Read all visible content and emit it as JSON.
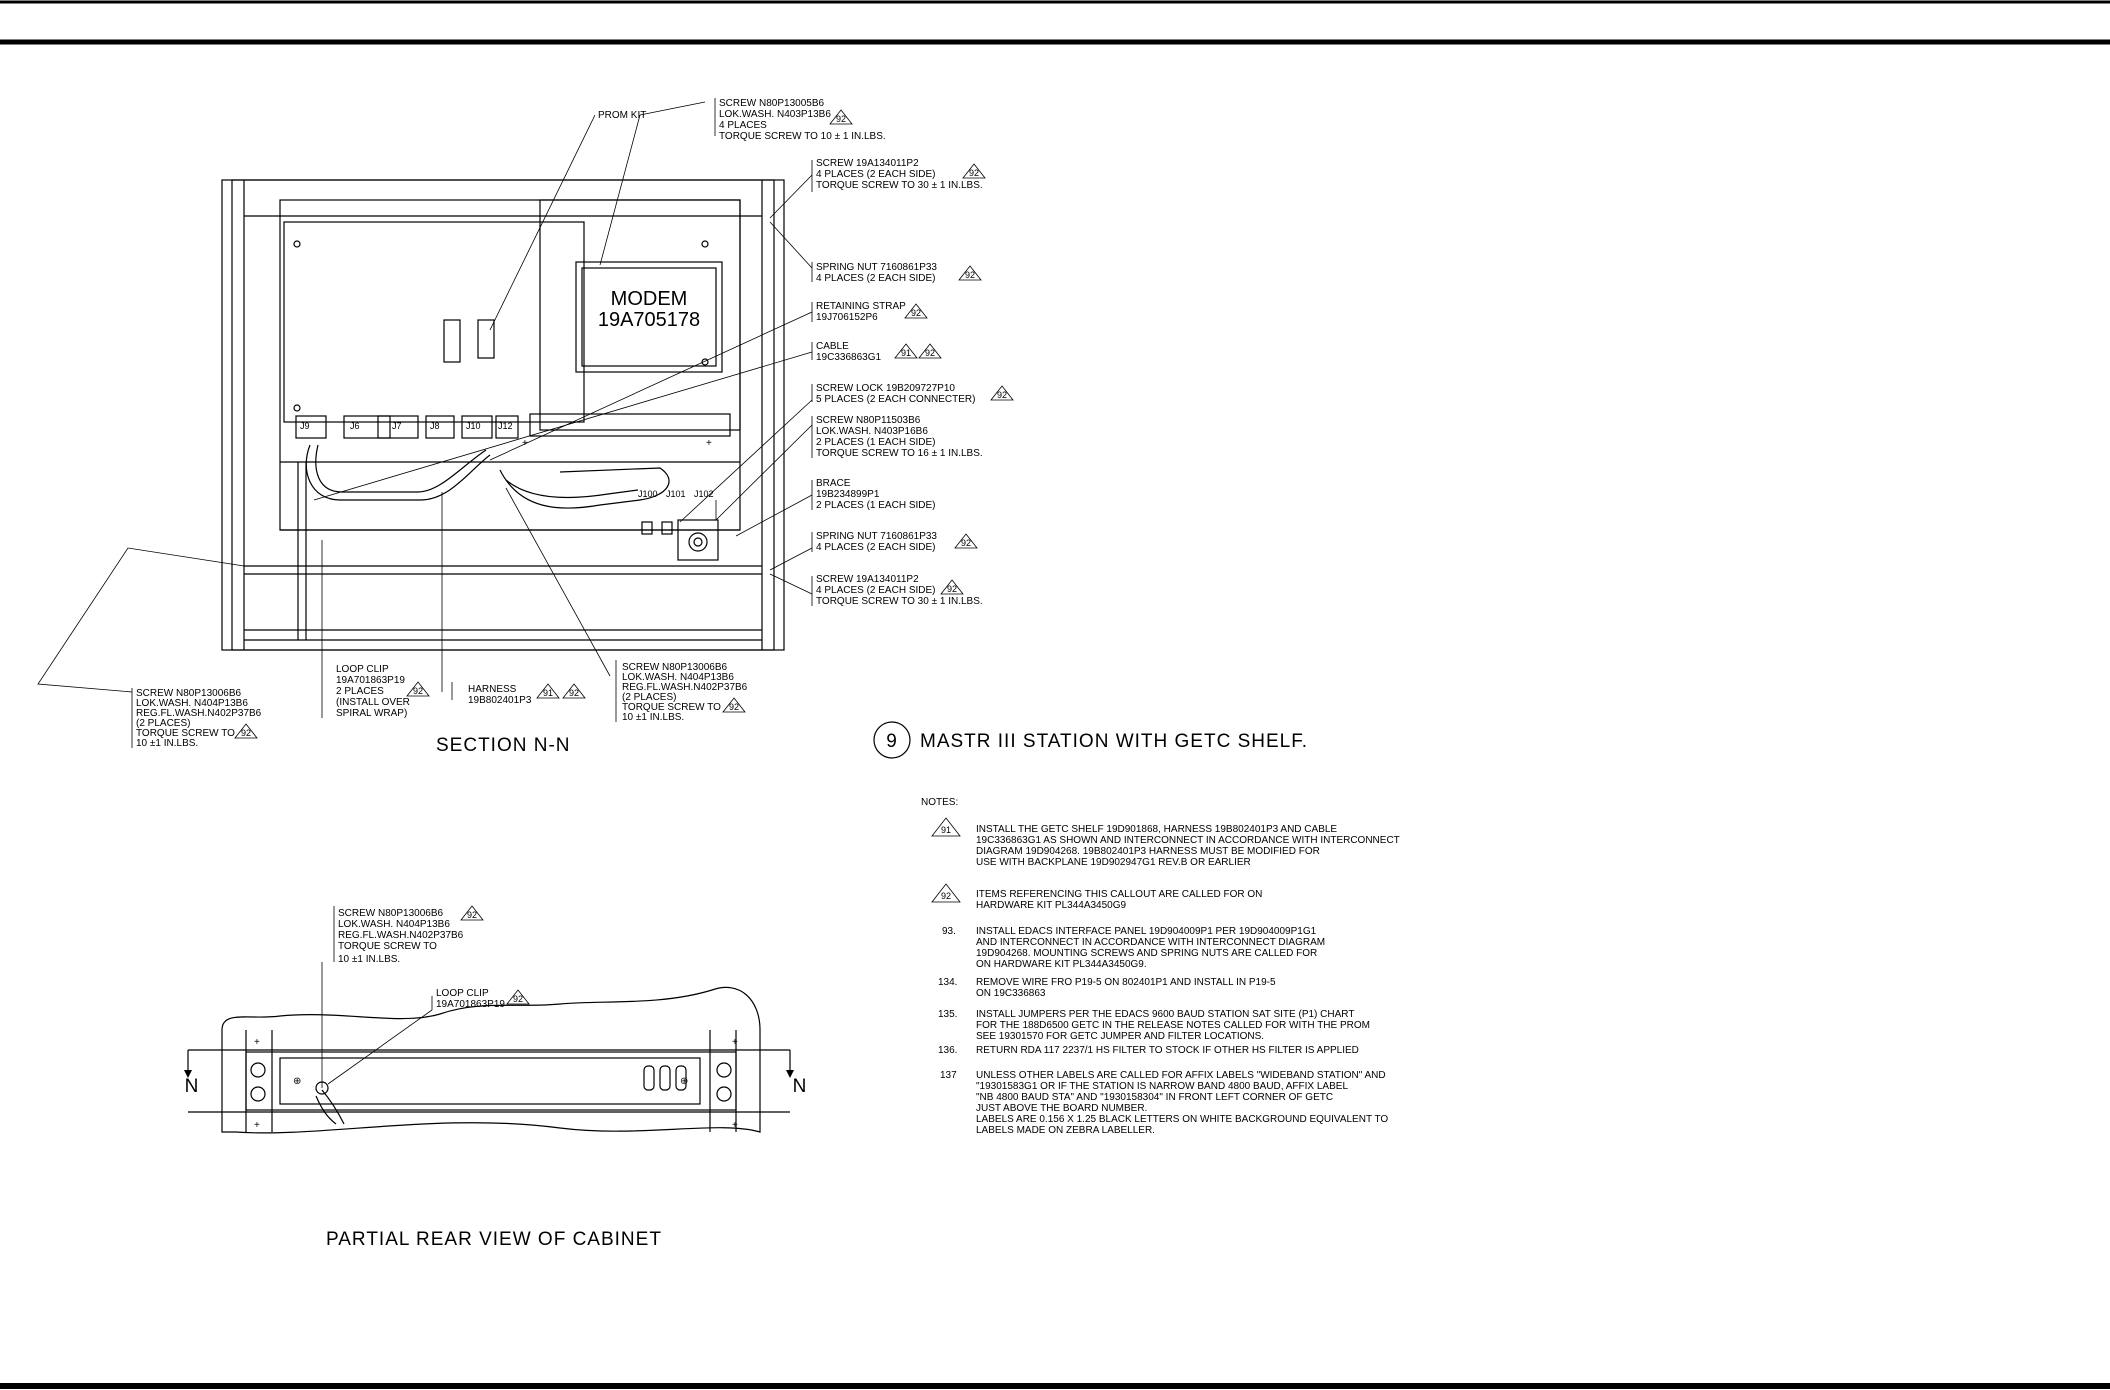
{
  "section_view": {
    "modem_label": "MODEM",
    "modem_part": "19A705178",
    "title": "SECTION N-N",
    "connectors": [
      "J9",
      "J6",
      "J7",
      "J8",
      "J10",
      "J12",
      "J100",
      "J101",
      "J102"
    ],
    "callouts": [
      {
        "lines": [
          "PROM KIT"
        ]
      },
      {
        "lines": [
          "SCREW N80P13005B6",
          "LOK.WASH. N403P13B6",
          "4 PLACES",
          "TORQUE SCREW TO 10 ± 1 IN.LBS."
        ],
        "flag": "92"
      },
      {
        "lines": [
          "SCREW 19A134011P2",
          "4 PLACES (2 EACH SIDE)",
          "TORQUE SCREW TO 30 ± 1 IN.LBS."
        ],
        "flag": "92"
      },
      {
        "lines": [
          "SPRING NUT 7160861P33",
          "4 PLACES (2 EACH SIDE)"
        ],
        "flag": "92"
      },
      {
        "lines": [
          "RETAINING STRAP",
          "19J706152P6"
        ],
        "flag": "92"
      },
      {
        "lines": [
          "CABLE",
          "19C336863G1"
        ],
        "flags": [
          "91",
          "92"
        ]
      },
      {
        "lines": [
          "SCREW LOCK 19B209727P10",
          "5 PLACES (2 EACH CONNECTER)"
        ],
        "flag": "92"
      },
      {
        "lines": [
          "SCREW N80P11503B6",
          "LOK.WASH. N403P16B6",
          "2 PLACES (1 EACH SIDE)",
          "TORQUE SCREW TO 16 ± 1 IN.LBS."
        ]
      },
      {
        "lines": [
          "BRACE",
          "19B234899P1",
          "2 PLACES (1 EACH SIDE)"
        ]
      },
      {
        "lines": [
          "SPRING NUT 7160861P33",
          "4 PLACES (2 EACH SIDE)"
        ],
        "flag": "92"
      },
      {
        "lines": [
          "SCREW 19A134011P2",
          "4 PLACES (2 EACH SIDE)",
          "TORQUE SCREW TO 30 ± 1 IN.LBS."
        ],
        "flag": "92"
      },
      {
        "lines": [
          "SCREW N80P13006B6",
          "LOK.WASH. N404P13B6",
          "REG.FL.WASH.N402P37B6",
          "(2 PLACES)",
          "TORQUE SCREW TO",
          "10 ±1 IN.LBS."
        ],
        "flag": "92"
      },
      {
        "lines": [
          "LOOP CLIP",
          "19A701863P19",
          "2 PLACES",
          "(INSTALL OVER",
          "SPIRAL WRAP)"
        ],
        "flag": "92"
      },
      {
        "lines": [
          "HARNESS",
          "19B802401P3"
        ],
        "flags": [
          "91",
          "92"
        ]
      },
      {
        "lines": [
          "SCREW N80P13006B6",
          "LOK.WASH. N404P13B6",
          "REG.FL.WASH.N402P37B6",
          "(2 PLACES)",
          "TORQUE SCREW TO",
          "10 ±1 IN.LBS."
        ],
        "flag": "92"
      }
    ]
  },
  "figure": {
    "number": "9",
    "title": "MASTR III STATION WITH GETC SHELF."
  },
  "rear_view": {
    "title": "PARTIAL REAR VIEW OF CABINET",
    "section_marks": [
      "N",
      "N"
    ],
    "callouts": [
      {
        "lines": [
          "SCREW N80P13006B6",
          "LOK.WASH. N404P13B6",
          "REG.FL.WASH.N402P37B6",
          "TORQUE SCREW TO",
          "10 ±1 IN.LBS."
        ],
        "flag": "92"
      },
      {
        "lines": [
          "LOOP CLIP",
          "19A701863P19"
        ],
        "flag": "92"
      }
    ]
  },
  "notes": {
    "heading": "NOTES:",
    "items": [
      {
        "marker": "91",
        "flag": true,
        "lines": [
          "INSTALL THE GETC SHELF 19D901868, HARNESS 19B802401P3 AND CABLE",
          "19C336863G1 AS SHOWN AND INTERCONNECT IN ACCORDANCE WITH INTERCONNECT",
          "DIAGRAM 19D904268. 19B802401P3 HARNESS MUST BE MODIFIED FOR",
          "USE WITH BACKPLANE 19D902947G1 REV.B OR EARLIER"
        ]
      },
      {
        "marker": "92",
        "flag": true,
        "lines": [
          "ITEMS REFERENCING THIS CALLOUT ARE CALLED FOR ON",
          "HARDWARE KIT PL344A3450G9"
        ]
      },
      {
        "marker": "93.",
        "flag": false,
        "lines": [
          "INSTALL EDACS INTERFACE PANEL 19D904009P1 PER 19D904009P1G1",
          "AND INTERCONNECT IN ACCORDANCE WITH INTERCONNECT DIAGRAM",
          "19D904268. MOUNTING SCREWS AND SPRING NUTS ARE CALLED FOR",
          "ON HARDWARE KIT PL344A3450G9."
        ]
      },
      {
        "marker": "134.",
        "flag": false,
        "lines": [
          "REMOVE WIRE FRO P19-5 ON 802401P1 AND INSTALL IN P19-5",
          "ON 19C336863"
        ]
      },
      {
        "marker": "135.",
        "flag": false,
        "lines": [
          "INSTALL JUMPERS PER THE EDACS 9600 BAUD STATION SAT SITE (P1) CHART",
          "FOR THE 188D6500 GETC IN THE RELEASE NOTES CALLED FOR WITH THE PROM",
          "SEE 19301570 FOR GETC JUMPER AND FILTER LOCATIONS."
        ]
      },
      {
        "marker": "136.",
        "flag": false,
        "lines": [
          "RETURN RDA 117 2237/1 HS FILTER TO STOCK IF OTHER HS FILTER IS APPLIED"
        ]
      },
      {
        "marker": "137",
        "flag": false,
        "lines": [
          "UNLESS OTHER LABELS ARE CALLED FOR AFFIX LABELS \"WIDEBAND STATION\" AND",
          "\"19301583G1 OR IF THE STATION IS NARROW BAND 4800 BAUD, AFFIX LABEL",
          "\"NB 4800 BAUD STA\" AND \"1930158304\" IN FRONT LEFT CORNER OF GETC",
          "JUST ABOVE THE BOARD NUMBER.",
          "LABELS ARE 0.156 X 1.25 BLACK LETTERS ON WHITE BACKGROUND EQUIVALENT TO",
          "LABELS MADE ON ZEBRA LABELLER."
        ]
      }
    ]
  }
}
